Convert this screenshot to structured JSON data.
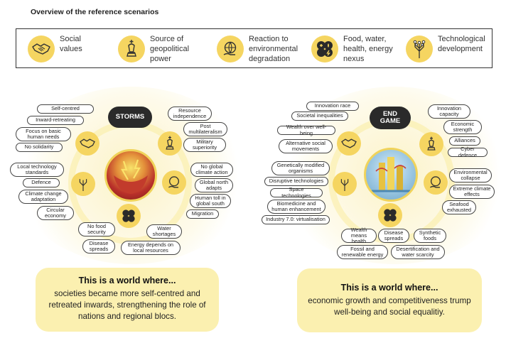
{
  "title": "Overview of the reference scenarios",
  "legend": [
    {
      "icon": "handshake-icon",
      "label": "Social\nvalues"
    },
    {
      "icon": "chess-king-icon",
      "label": "Source of\ngeopolitical\npower"
    },
    {
      "icon": "globe-hand-icon",
      "label": "Reaction to\nenvironmental\ndegradation"
    },
    {
      "icon": "food-water-health-icon",
      "label": "Food, water,\nhealth, energy\nnexus"
    },
    {
      "icon": "circuit-tree-icon",
      "label": "Technological\ndevelopment"
    }
  ],
  "storms": {
    "name": "STORMS",
    "pills": [
      "Self-centred",
      "Inward-retreating",
      "Focus on basic\nhuman needs",
      "No solidarity",
      "Resource\nindependence",
      "Post\nmultilateralism",
      "Military\nsuperiority",
      "No global\nclimate action",
      "Global north\nadapts",
      "Human toll in\nglobal south",
      "Migration",
      "Local technology\nstandards",
      "Defence",
      "Climate change\nadaptation",
      "Circular\neconomy",
      "No food\nsecurity",
      "Disease\nspreads",
      "Water\nshortages",
      "Energy depends on\nlocal resources"
    ],
    "world_heading": "This is a world where...",
    "world_text": "societies became more self-centred and retreated inwards, strengthening the role of nations and regional blocs."
  },
  "endgame": {
    "name": "END\nGAME",
    "pills": [
      "Innovation race",
      "Societal inequalities",
      "Wealth over well-being",
      "Alternative social\nmovements",
      "Innovation\ncapacity",
      "Economic\nstrength",
      "Alliances",
      "Cyber defence",
      "Environmental\ncollapse",
      "Extreme climate\neffects",
      "Seafood\nexhausted",
      "Genetically modified\norganisms",
      "Disruptive technologies",
      "Space technologies",
      "Biomedicine and\nhuman enhancement",
      "Industry 7.0: virtualisation",
      "Wealth\nmeans health",
      "Disease\nspreads",
      "Synthetic\nfoods",
      "Fossil and\nrenewable energy",
      "Desertification and\nwater scarcity"
    ],
    "world_heading": "This is a world where...",
    "world_text": "economic growth and competitiveness trump well-being and social equalitiy."
  },
  "colors": {
    "accent_yellow": "#f5d561",
    "glow": "#fbf0b0",
    "badge": "#2a2a2a"
  }
}
